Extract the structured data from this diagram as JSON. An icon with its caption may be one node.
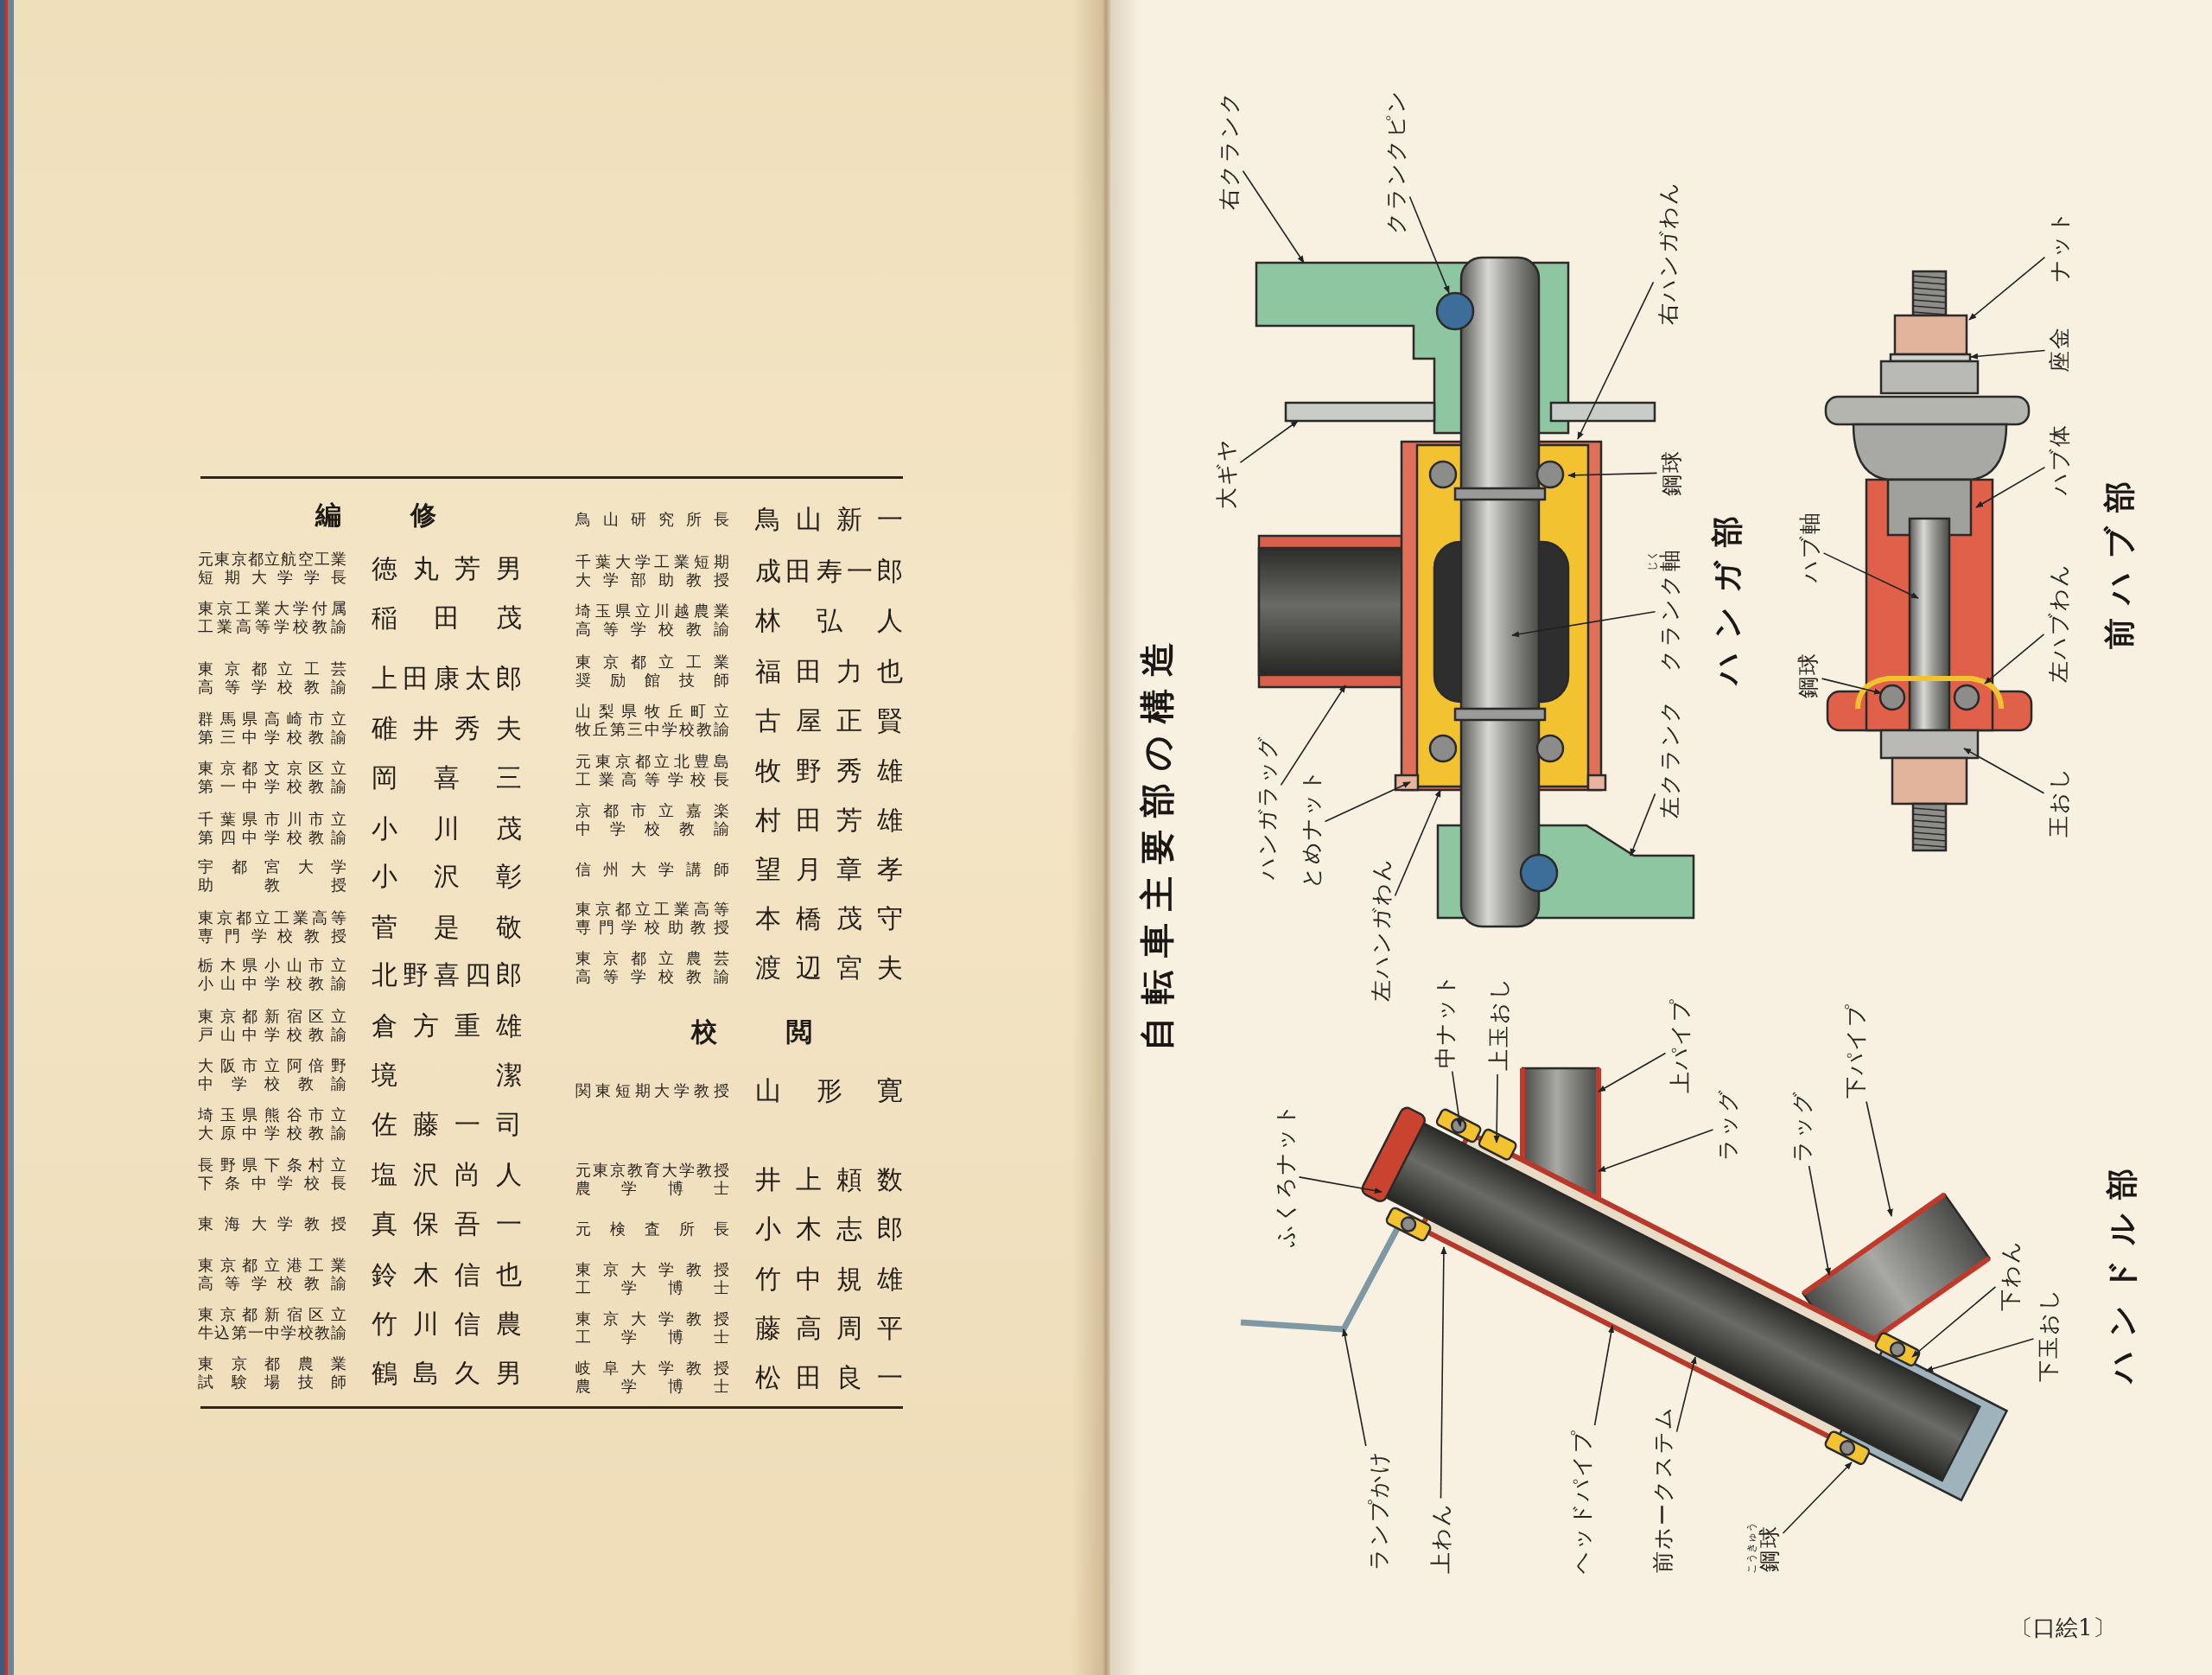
{
  "diagram": {
    "title": "自転車主要部の構造",
    "nodes": [
      {
        "text": [
          "右クランク"
        ]
      },
      {
        "text": [
          "クランクピン"
        ]
      },
      {
        "text": [
          "右ハンガわん"
        ]
      },
      {
        "text": [
          "鋼球"
        ]
      },
      {
        "text": [
          "クランク軸",
          "じく"
        ]
      },
      {
        "text": [
          "左クランク"
        ]
      },
      {
        "text": [
          "大ギヤ"
        ]
      },
      {
        "text": [
          "ハンガラッグ"
        ]
      },
      {
        "text": [
          "とめナット"
        ]
      },
      {
        "text": [
          "左ハンガわん"
        ]
      },
      {
        "text": [
          "ナット"
        ]
      },
      {
        "text": [
          "座金"
        ]
      },
      {
        "text": [
          "ハブ体"
        ]
      },
      {
        "text": [
          "ハブ軸"
        ]
      },
      {
        "text": [
          "左ハブわん"
        ]
      },
      {
        "text": [
          "鋼球"
        ]
      },
      {
        "text": [
          "王おし"
        ]
      },
      {
        "text": [
          "ふくろナット"
        ]
      },
      {
        "text": [
          "中ナット"
        ]
      },
      {
        "text": [
          "上玉おし"
        ]
      },
      {
        "text": [
          "上パイプ"
        ]
      },
      {
        "text": [
          "ラッグ"
        ]
      },
      {
        "text": [
          "ラッグ"
        ]
      },
      {
        "text": [
          "下パイプ"
        ]
      },
      {
        "text": [
          "下わん"
        ]
      },
      {
        "text": [
          "下玉おし"
        ]
      },
      {
        "text": [
          "ランプかけ"
        ]
      },
      {
        "text": [
          "上わん"
        ]
      },
      {
        "text": [
          "ヘッドパイプ"
        ]
      },
      {
        "text": [
          "前ホークステム"
        ]
      },
      {
        "text": [
          "鋼球",
          "こうきゅう"
        ]
      }
    ],
    "edges": [
      {
        "from": 0,
        "to": null,
        "arrow": "to"
      },
      {
        "from": 1,
        "to": null,
        "arrow": "to"
      },
      {
        "from": 2,
        "to": null,
        "arrow": "to"
      },
      {
        "from": 3,
        "to": null,
        "arrow": "to"
      },
      {
        "from": 4,
        "to": null,
        "arrow": "to"
      },
      {
        "from": 5,
        "to": null,
        "arrow": "to"
      },
      {
        "from": 6,
        "to": null,
        "arrow": "to"
      },
      {
        "from": 7,
        "to": null,
        "arrow": "to"
      },
      {
        "from": 8,
        "to": null,
        "arrow": "to"
      },
      {
        "from": 9,
        "to": null,
        "arrow": "to"
      },
      {
        "from": 10,
        "to": null,
        "arrow": "to"
      },
      {
        "from": 11,
        "to": null,
        "arrow": "to"
      },
      {
        "from": 12,
        "to": null,
        "arrow": "to"
      },
      {
        "from": 13,
        "to": null,
        "arrow": "to"
      },
      {
        "from": 14,
        "to": null,
        "arrow": "to"
      },
      {
        "from": 15,
        "to": null,
        "arrow": "to"
      },
      {
        "from": 16,
        "to": null,
        "arrow": "to"
      },
      {
        "from": 17,
        "to": null,
        "arrow": "to"
      },
      {
        "from": 18,
        "to": null,
        "arrow": "to"
      },
      {
        "from": 19,
        "to": null,
        "arrow": "to"
      },
      {
        "from": 20,
        "to": null,
        "arrow": "to"
      },
      {
        "from": 21,
        "to": null,
        "arrow": "to"
      },
      {
        "from": 22,
        "to": null,
        "arrow": "to"
      },
      {
        "from": 23,
        "to": null,
        "arrow": "to"
      },
      {
        "from": 24,
        "to": null,
        "arrow": "to"
      },
      {
        "from": 25,
        "to": null,
        "arrow": "to"
      },
      {
        "from": 26,
        "to": null,
        "arrow": "to"
      },
      {
        "from": 27,
        "to": null,
        "arrow": "to"
      },
      {
        "from": 28,
        "to": null,
        "arrow": "to"
      },
      {
        "from": 29,
        "to": null,
        "arrow": "to"
      },
      {
        "from": 30,
        "to": null,
        "arrow": "to"
      }
    ],
    "labels": [
      "編修",
      "元東京都立航空工業短期大学学長",
      "徳丸芳男",
      "東京工業大学付属工業高等学校教諭",
      "稲田茂",
      "東京都立工芸高等学校教諭",
      "上田康太郎",
      "群馬県高崎市立第三中学校教諭",
      "碓井秀夫",
      "東京都文京区立第一中学校教諭",
      "岡喜三",
      "千葉県市川市立第四中学校教諭",
      "小川茂",
      "宇都宮大学助教授",
      "小沢彰",
      "東京都立工業高等専門学校教授",
      "菅是敬",
      "栃木県小山市立小山中学校教諭",
      "北野喜四郎",
      "東京都新宿区立戸山中学校教諭",
      "倉方重雄",
      "大阪市立阿倍野中学校教諭",
      "境潔",
      "埼玉県熊谷市立大原中学校教諭",
      "佐藤一司",
      "長野県下条村立下条中学校長",
      "塩沢尚人",
      "東海大学教授",
      "真保吾一",
      "東京都立港工業高等学校教諭",
      "鈴木信也",
      "東京都新宿区立牛込第一中学校教諭",
      "竹川信農",
      "東京都農業試験場技師",
      "鶴島久男",
      "鳥山研究所長",
      "鳥山新一",
      "千葉大学工業短期大学部助教授",
      "成田寿一郎",
      "埼玉県立川越農業高等学校教諭",
      "林弘人",
      "東京都立工業奨励館技師",
      "福田力也",
      "山梨県牧丘町立牧丘第三中学校教諭",
      "古屋正賢",
      "元東京都立北豊島工業高等学校長",
      "牧野秀雄",
      "京都市立嘉楽中学校教諭",
      "村田芳雄",
      "信州大学講師",
      "望月章孝",
      "東京都立工業高等専門学校助教授",
      "本橋茂守",
      "東京都立農芸高等学校教諭",
      "渡辺宮夫",
      "校閲",
      "関東短期大学教授",
      "山形寛",
      "元東京教育大学教授農学博士",
      "井上頼数",
      "元検査所長",
      "小木志郎",
      "東京大学教授工学博士",
      "竹中規雄",
      "東京大学教授工学博士",
      "藤高周平",
      "岐阜大学教授農学博士",
      "松田良一",
      "ハンガ部",
      "前ハブ部",
      "ハンドル部",
      "〔口絵1〕"
    ]
  }
}
